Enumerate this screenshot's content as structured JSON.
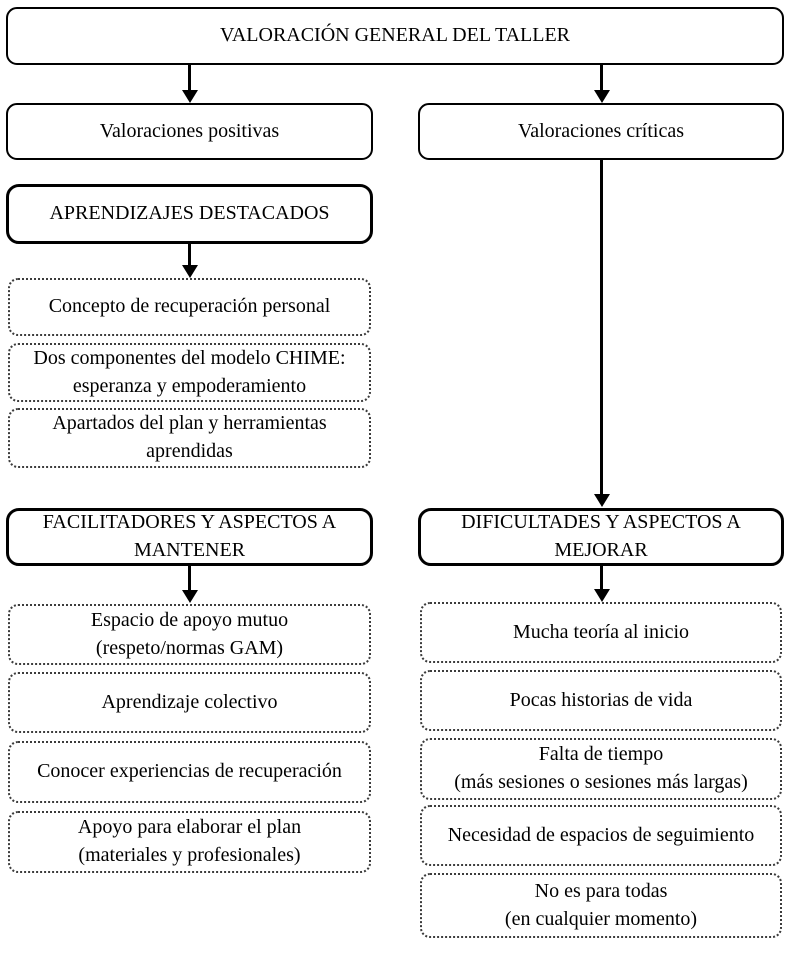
{
  "diagram": {
    "title": "VALORACIÓN GENERAL DEL TALLER",
    "branch_positive": "Valoraciones positivas",
    "branch_critical": "Valoraciones críticas",
    "left": {
      "heading_learnings": "APRENDIZAJES DESTACADOS",
      "learnings": [
        "Concepto de recuperación personal",
        "Dos componentes del modelo CHIME:\nesperanza y empoderamiento",
        "Apartados del plan y herramientas\naprendidas"
      ],
      "heading_facilitators": "FACILITADORES Y ASPECTOS A\nMANTENER",
      "facilitators": [
        "Espacio de apoyo mutuo\n(respeto/normas GAM)",
        "Aprendizaje colectivo",
        "Conocer experiencias de recuperación",
        "Apoyo para elaborar el plan\n(materiales y profesionales)"
      ]
    },
    "right": {
      "heading_difficulties": "DIFICULTADES Y ASPECTOS A\nMEJORAR",
      "difficulties": [
        "Mucha teoría al inicio",
        "Pocas historias de vida",
        "Falta de tiempo\n(más sesiones o sesiones más largas)",
        "Necesidad de espacios de seguimiento",
        "No es para todas\n(en cualquier momento)"
      ]
    }
  },
  "colors": {
    "border": "#000000",
    "text": "#000000",
    "background": "#ffffff"
  }
}
